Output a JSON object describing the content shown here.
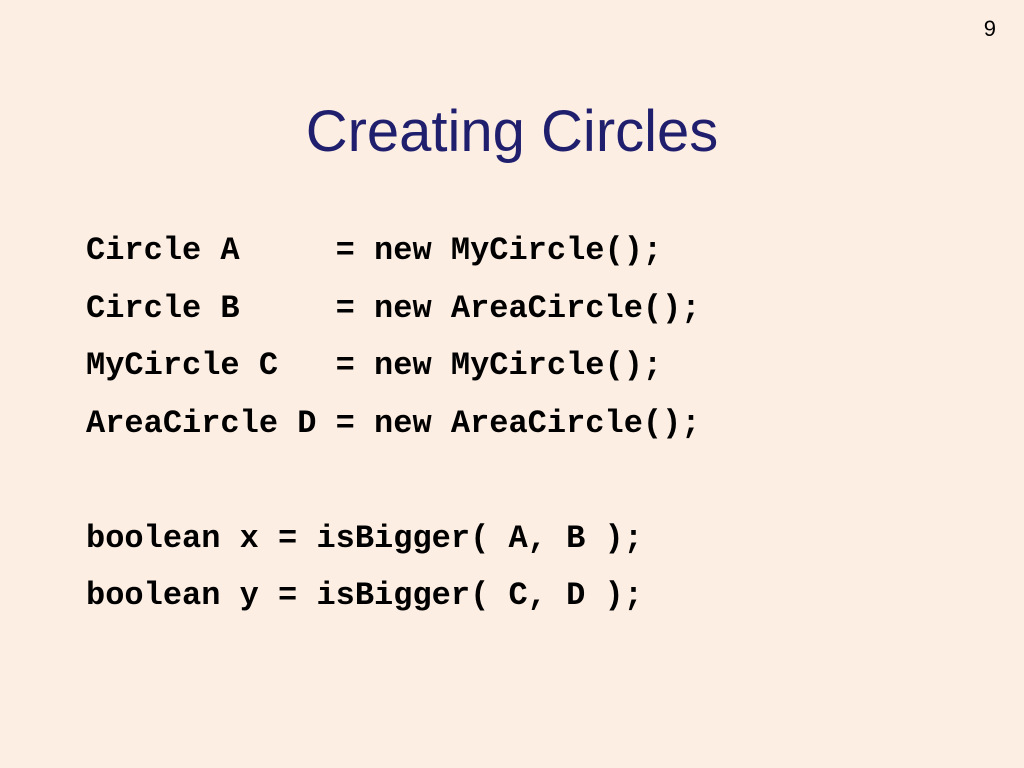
{
  "slide": {
    "number": "9",
    "title": "Creating Circles",
    "code_lines": [
      "Circle A     = new MyCircle();",
      "Circle B     = new AreaCircle();",
      "MyCircle C   = new MyCircle();",
      "AreaCircle D = new AreaCircle();",
      "",
      "boolean x = isBigger( A, B );",
      "boolean y = isBigger( C, D );"
    ]
  }
}
